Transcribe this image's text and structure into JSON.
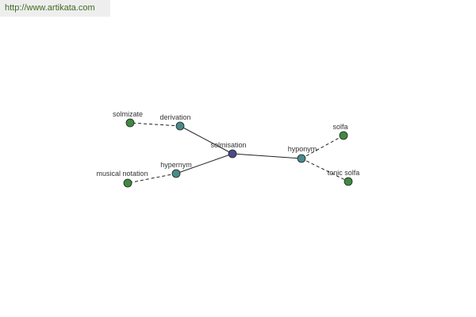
{
  "watermark": "http://www.artikata.com",
  "colors": {
    "center_node": "#4a4a8a",
    "relation_node": "#4a8a8a",
    "leaf_node": "#3f8a3f",
    "node_stroke": "#222222",
    "edge": "#222222"
  },
  "graph": {
    "nodes": [
      {
        "id": "solmisation",
        "label": "solmisation",
        "kind": "center"
      },
      {
        "id": "derivation",
        "label": "derivation",
        "kind": "relation"
      },
      {
        "id": "hypernym",
        "label": "hypernym",
        "kind": "relation"
      },
      {
        "id": "hyponym",
        "label": "hyponym",
        "kind": "relation"
      },
      {
        "id": "solmizate",
        "label": "solmizate",
        "kind": "leaf"
      },
      {
        "id": "musical-notation",
        "label": "musical notation",
        "kind": "leaf"
      },
      {
        "id": "solfa",
        "label": "solfa",
        "kind": "leaf"
      },
      {
        "id": "tonic-solfa",
        "label": "tonic solfa",
        "kind": "leaf"
      }
    ],
    "edges": [
      {
        "from": "solmisation",
        "to": "derivation",
        "style": "solid"
      },
      {
        "from": "solmisation",
        "to": "hypernym",
        "style": "solid"
      },
      {
        "from": "solmisation",
        "to": "hyponym",
        "style": "solid"
      },
      {
        "from": "derivation",
        "to": "solmizate",
        "style": "dashed"
      },
      {
        "from": "hypernym",
        "to": "musical-notation",
        "style": "dashed"
      },
      {
        "from": "hyponym",
        "to": "solfa",
        "style": "dashed"
      },
      {
        "from": "hyponym",
        "to": "tonic-solfa",
        "style": "dashed"
      }
    ]
  }
}
